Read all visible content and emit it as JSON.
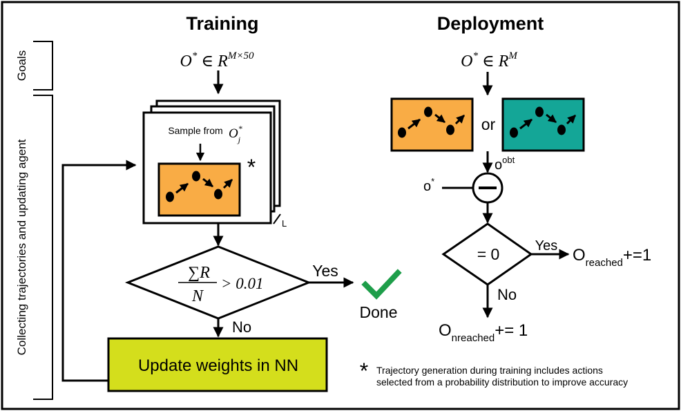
{
  "headings": {
    "training": "Training",
    "deployment": "Deployment"
  },
  "side_labels": {
    "goals": "Goals",
    "collecting": "Collecting trajectories and updating agent"
  },
  "training": {
    "goal_formula": {
      "base": "O",
      "sup": "*",
      "rel": " ∈ ",
      "space": "R",
      "space_sup": "M×50"
    },
    "sample_text": "Sample from",
    "sample_var": {
      "base": "O",
      "sup": "*",
      "sub": "j"
    },
    "star_marker": "*",
    "stack_label": "L",
    "condition": {
      "sum": "∑R",
      "den": "N",
      "rest": "> 0.01"
    },
    "yes_label": "Yes",
    "no_label": "No",
    "done_label": "Done",
    "update_label": "Update weights in NN"
  },
  "deployment": {
    "goal_formula": {
      "base": "O",
      "sup": "*",
      "rel": " ∈ ",
      "space": "R",
      "space_sup": "M"
    },
    "or_label": "or",
    "obt_label": {
      "base": "o",
      "sup": "obt"
    },
    "ostar_label": {
      "base": "o",
      "sup": "*"
    },
    "compare_label": "= 0",
    "yes_label": "Yes",
    "no_label": "No",
    "reached": {
      "base": "O",
      "sub": "reached",
      "rest": "+=1"
    },
    "nreached": {
      "base": "O",
      "sub": "nreached",
      "rest": "+= 1"
    }
  },
  "footnote": {
    "marker": "*",
    "line1": "Trajectory generation during training includes actions",
    "line2": "selected from a probability distribution to improve accuracy"
  },
  "colors": {
    "orange_env": "#F9AC45",
    "teal_env": "#14A697",
    "update_box": "#D4DE1C",
    "check": "#1E9E4A",
    "ink": "#000000"
  }
}
